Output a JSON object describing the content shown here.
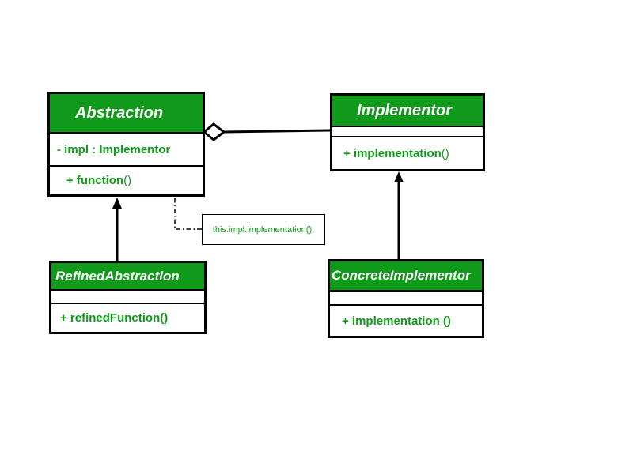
{
  "classes": {
    "abstraction": {
      "name": "Abstraction",
      "attribute": "- impl : Implementor",
      "method_name": "+ function",
      "method_parens": "()"
    },
    "implementor": {
      "name": "Implementor",
      "method_name": "+ implementation",
      "method_parens": " ()"
    },
    "refined_abstraction": {
      "name": "RefinedAbstraction",
      "method": "+ refinedFunction()"
    },
    "concrete_implementor": {
      "name": "ConcreteImplementor",
      "method": "+ implementation ()"
    }
  },
  "note": {
    "text": "this.impl.implementation();"
  },
  "colors": {
    "header_green": "#0f9a1a",
    "text_green": "#0f9a1a",
    "border": "#000000"
  }
}
